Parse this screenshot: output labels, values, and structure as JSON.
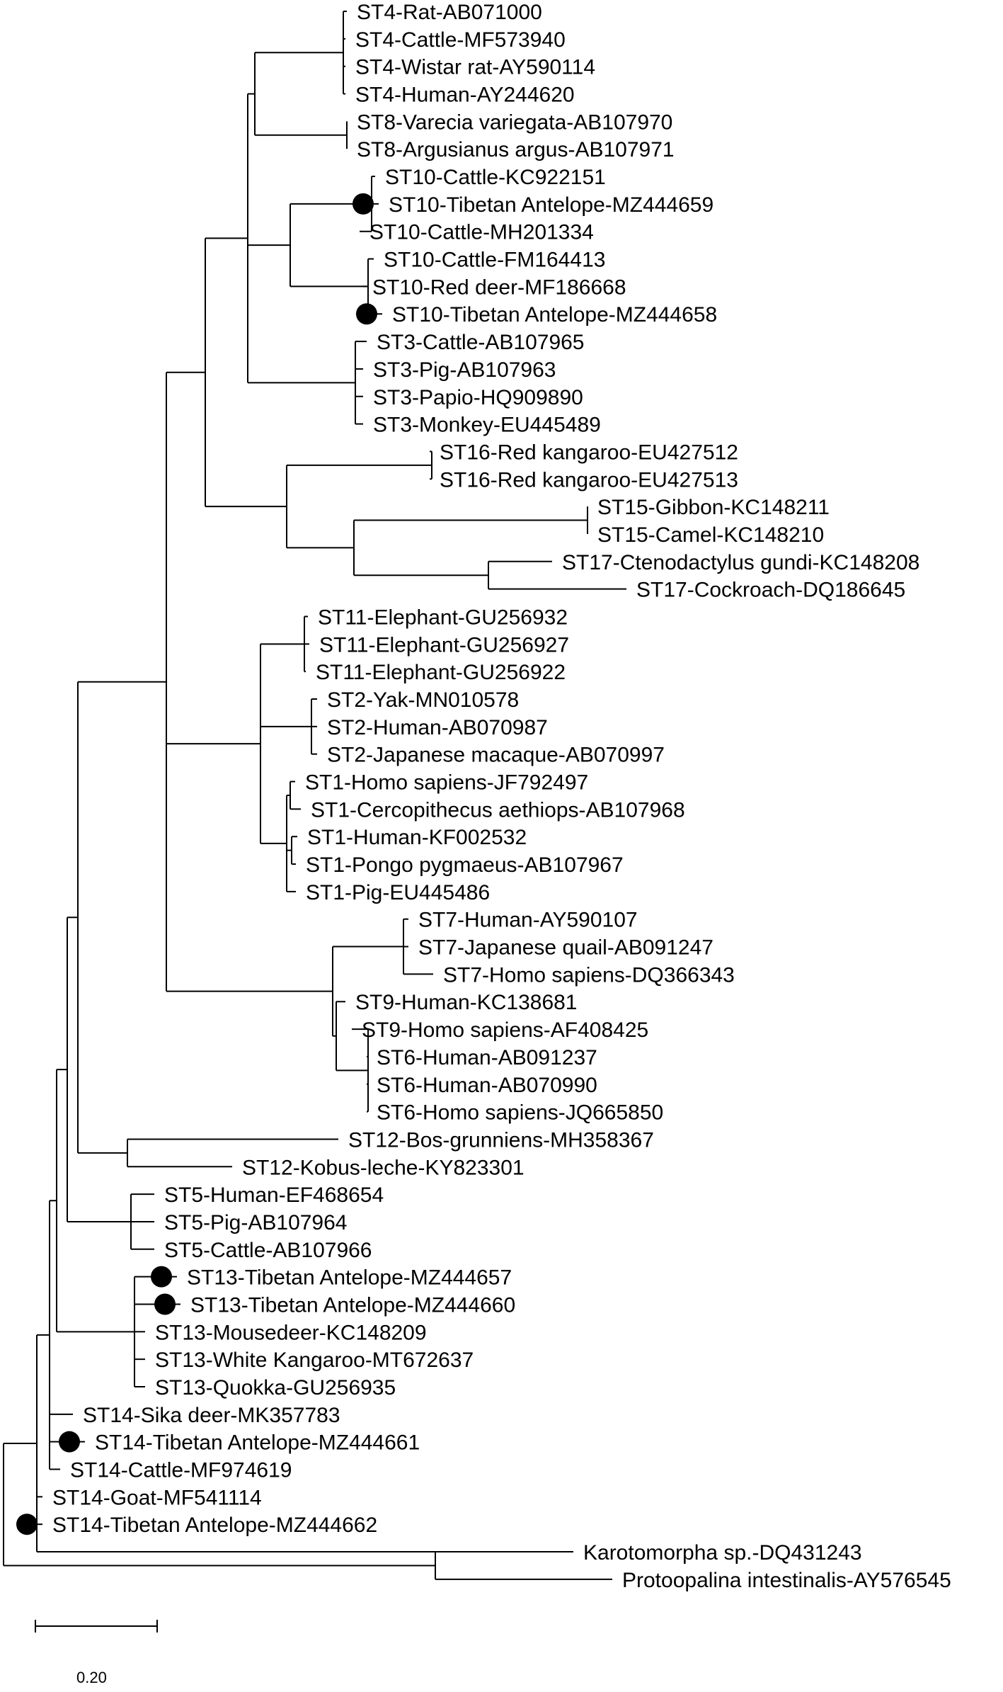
{
  "tree": {
    "leaves": [
      {
        "id": "L1",
        "label": "ST4-Rat-AB071000",
        "marked": false
      },
      {
        "id": "L2",
        "label": "ST4-Cattle-MF573940",
        "marked": false
      },
      {
        "id": "L3",
        "label": "ST4-Wistar rat-AY590114",
        "marked": false
      },
      {
        "id": "L4",
        "label": "ST4-Human-AY244620",
        "marked": false
      },
      {
        "id": "L5",
        "label": "ST8-Varecia variegata-AB107970",
        "marked": false
      },
      {
        "id": "L6",
        "label": "ST8-Argusianus argus-AB107971",
        "marked": false
      },
      {
        "id": "L7",
        "label": "ST10-Cattle-KC922151",
        "marked": false
      },
      {
        "id": "L8",
        "label": "ST10-Tibetan Antelope-MZ444659",
        "marked": true
      },
      {
        "id": "L9",
        "label": "ST10-Cattle-MH201334",
        "marked": false
      },
      {
        "id": "L10",
        "label": "ST10-Cattle-FM164413",
        "marked": false
      },
      {
        "id": "L11",
        "label": "ST10-Red deer-MF186668",
        "marked": false
      },
      {
        "id": "L12",
        "label": "ST10-Tibetan Antelope-MZ444658",
        "marked": true
      },
      {
        "id": "L13",
        "label": "ST3-Cattle-AB107965",
        "marked": false
      },
      {
        "id": "L14",
        "label": "ST3-Pig-AB107963",
        "marked": false
      },
      {
        "id": "L15",
        "label": "ST3-Papio-HQ909890",
        "marked": false
      },
      {
        "id": "L16",
        "label": "ST3-Monkey-EU445489",
        "marked": false
      },
      {
        "id": "L17",
        "label": "ST16-Red kangaroo-EU427512",
        "marked": false
      },
      {
        "id": "L18",
        "label": "ST16-Red kangaroo-EU427513",
        "marked": false
      },
      {
        "id": "L19",
        "label": "ST15-Gibbon-KC148211",
        "marked": false
      },
      {
        "id": "L20",
        "label": "ST15-Camel-KC148210",
        "marked": false
      },
      {
        "id": "L21",
        "label": "ST17-Ctenodactylus gundi-KC148208",
        "marked": false
      },
      {
        "id": "L22",
        "label": "ST17-Cockroach-DQ186645",
        "marked": false
      },
      {
        "id": "L23",
        "label": "ST11-Elephant-GU256932",
        "marked": false
      },
      {
        "id": "L24",
        "label": "ST11-Elephant-GU256927",
        "marked": false
      },
      {
        "id": "L25",
        "label": "ST11-Elephant-GU256922",
        "marked": false
      },
      {
        "id": "L26",
        "label": "ST2-Yak-MN010578",
        "marked": false
      },
      {
        "id": "L27",
        "label": "ST2-Human-AB070987",
        "marked": false
      },
      {
        "id": "L28",
        "label": "ST2-Japanese macaque-AB070997",
        "marked": false
      },
      {
        "id": "L29",
        "label": "ST1-Homo sapiens-JF792497",
        "marked": false
      },
      {
        "id": "L30",
        "label": "ST1-Cercopithecus aethiops-AB107968",
        "marked": false
      },
      {
        "id": "L31",
        "label": "ST1-Human-KF002532",
        "marked": false
      },
      {
        "id": "L32",
        "label": "ST1-Pongo pygmaeus-AB107967",
        "marked": false
      },
      {
        "id": "L33",
        "label": "ST1-Pig-EU445486",
        "marked": false
      },
      {
        "id": "L34",
        "label": "ST7-Human-AY590107",
        "marked": false
      },
      {
        "id": "L35",
        "label": "ST7-Japanese quail-AB091247",
        "marked": false
      },
      {
        "id": "L36",
        "label": "ST7-Homo sapiens-DQ366343",
        "marked": false
      },
      {
        "id": "L37",
        "label": "ST9-Human-KC138681",
        "marked": false
      },
      {
        "id": "L38",
        "label": "ST9-Homo sapiens-AF408425",
        "marked": false
      },
      {
        "id": "L39",
        "label": "ST6-Human-AB091237",
        "marked": false
      },
      {
        "id": "L40",
        "label": "ST6-Human-AB070990",
        "marked": false
      },
      {
        "id": "L41",
        "label": "ST6-Homo sapiens-JQ665850",
        "marked": false
      },
      {
        "id": "L42",
        "label": "ST12-Bos-grunniens-MH358367",
        "marked": false
      },
      {
        "id": "L43",
        "label": "ST12-Kobus-leche-KY823301",
        "marked": false
      },
      {
        "id": "L44",
        "label": "ST5-Human-EF468654",
        "marked": false
      },
      {
        "id": "L45",
        "label": "ST5-Pig-AB107964",
        "marked": false
      },
      {
        "id": "L46",
        "label": "ST5-Cattle-AB107966",
        "marked": false
      },
      {
        "id": "L47",
        "label": "ST13-Tibetan Antelope-MZ444657",
        "marked": true
      },
      {
        "id": "L48",
        "label": "ST13-Tibetan Antelope-MZ444660",
        "marked": true
      },
      {
        "id": "L49",
        "label": "ST13-Mousedeer-KC148209",
        "marked": false
      },
      {
        "id": "L50",
        "label": "ST13-White Kangaroo-MT672637",
        "marked": false
      },
      {
        "id": "L51",
        "label": "ST13-Quokka-GU256935",
        "marked": false
      },
      {
        "id": "L52",
        "label": "ST14-Sika deer-MK357783",
        "marked": false
      },
      {
        "id": "L53",
        "label": "ST14-Tibetan Antelope-MZ444661",
        "marked": true
      },
      {
        "id": "L54",
        "label": "ST14-Cattle-MF974619",
        "marked": false
      },
      {
        "id": "L55",
        "label": "ST14-Goat-MF541114",
        "marked": false
      },
      {
        "id": "L56",
        "label": "ST14-Tibetan Antelope-MZ444662",
        "marked": true
      },
      {
        "id": "L57",
        "label": "Karotomorpha sp.-DQ431243",
        "marked": false
      },
      {
        "id": "L58",
        "label": "Protoopalina intestinalis-AY576545",
        "marked": false
      }
    ],
    "marker_color": "#000000",
    "line_color": "#000000"
  },
  "scale_bar": {
    "label": "0.20",
    "length": 0.2
  }
}
